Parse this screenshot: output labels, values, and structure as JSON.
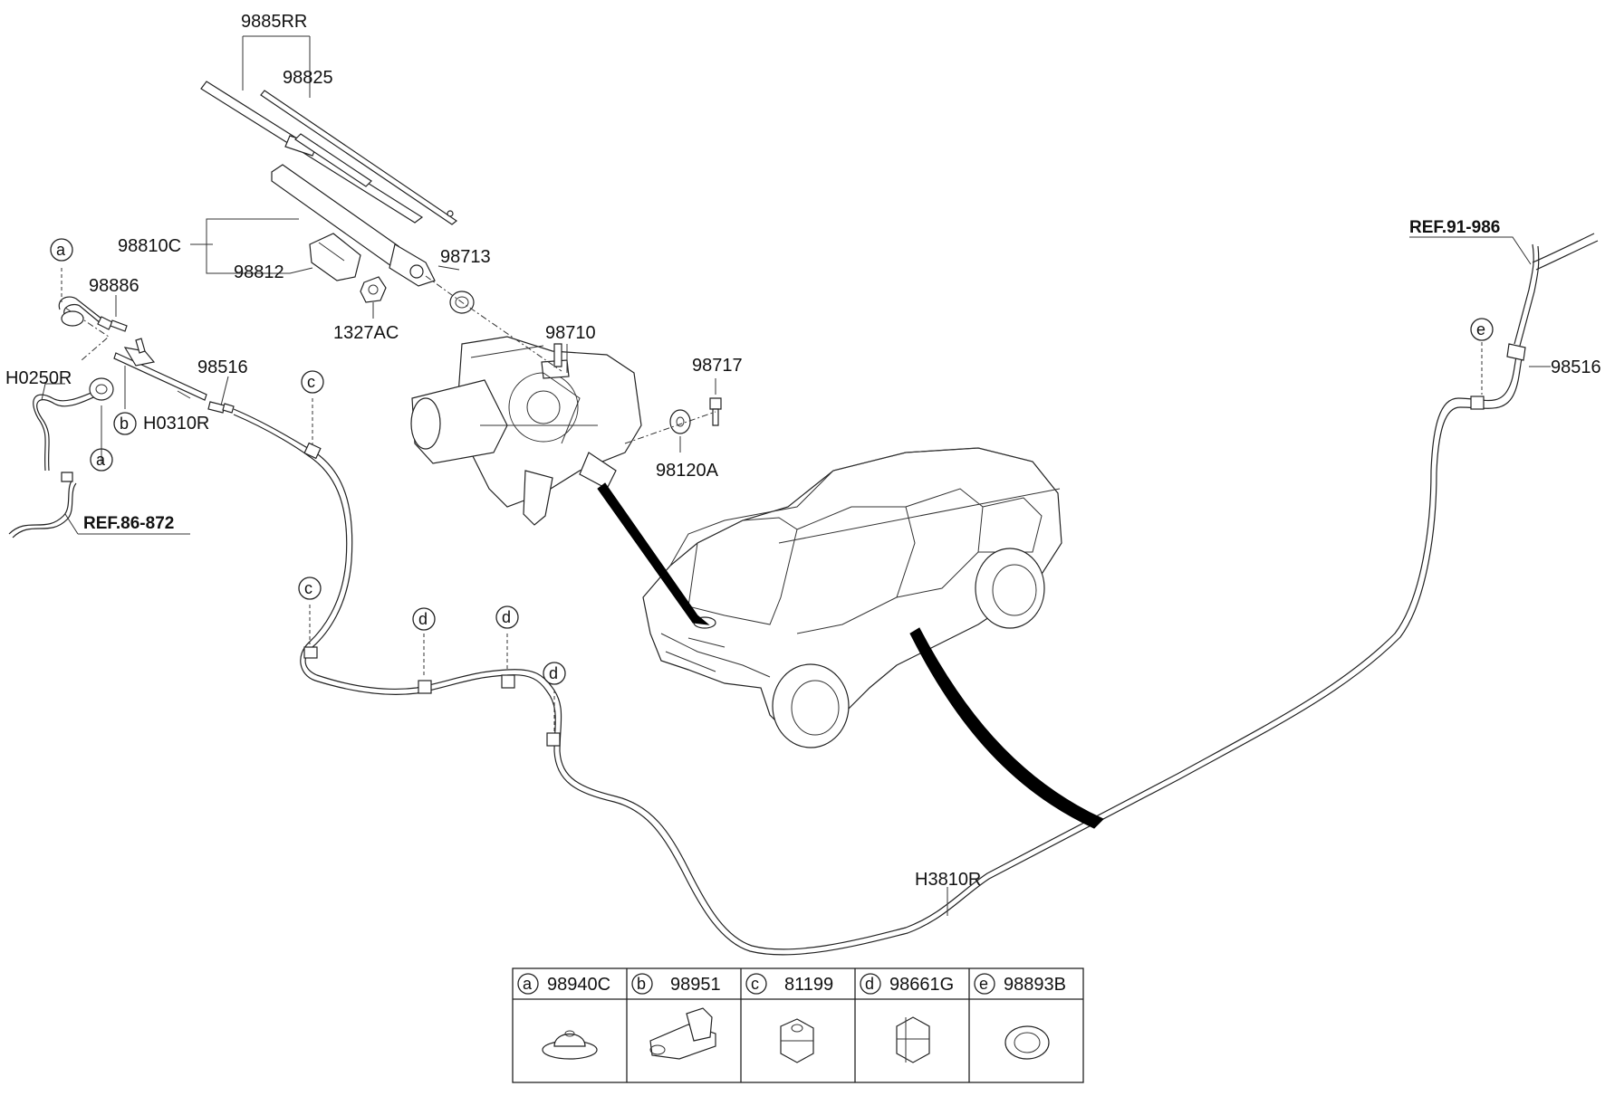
{
  "labels": {
    "p9885RR": "9885RR",
    "p98825": "98825",
    "p98810C": "98810C",
    "p98812": "98812",
    "p98713": "98713",
    "p1327AC": "1327AC",
    "p98886": "98886",
    "pH0250R": "H0250R",
    "p98516_left": "98516",
    "pH0310R": "H0310R",
    "p98710": "98710",
    "p98717": "98717",
    "p98120A": "98120A",
    "p98516_right": "98516",
    "pH3810R": "H3810R"
  },
  "references": {
    "ref_left": "REF.86-872",
    "ref_right": "REF.91-986"
  },
  "callouts": {
    "a": "a",
    "b": "b",
    "c": "c",
    "d": "d",
    "e": "e"
  },
  "legend_table": [
    {
      "letter": "a",
      "part": "98940C"
    },
    {
      "letter": "b",
      "part": "98951"
    },
    {
      "letter": "c",
      "part": "81199"
    },
    {
      "letter": "d",
      "part": "98661G"
    },
    {
      "letter": "e",
      "part": "98893B"
    }
  ]
}
